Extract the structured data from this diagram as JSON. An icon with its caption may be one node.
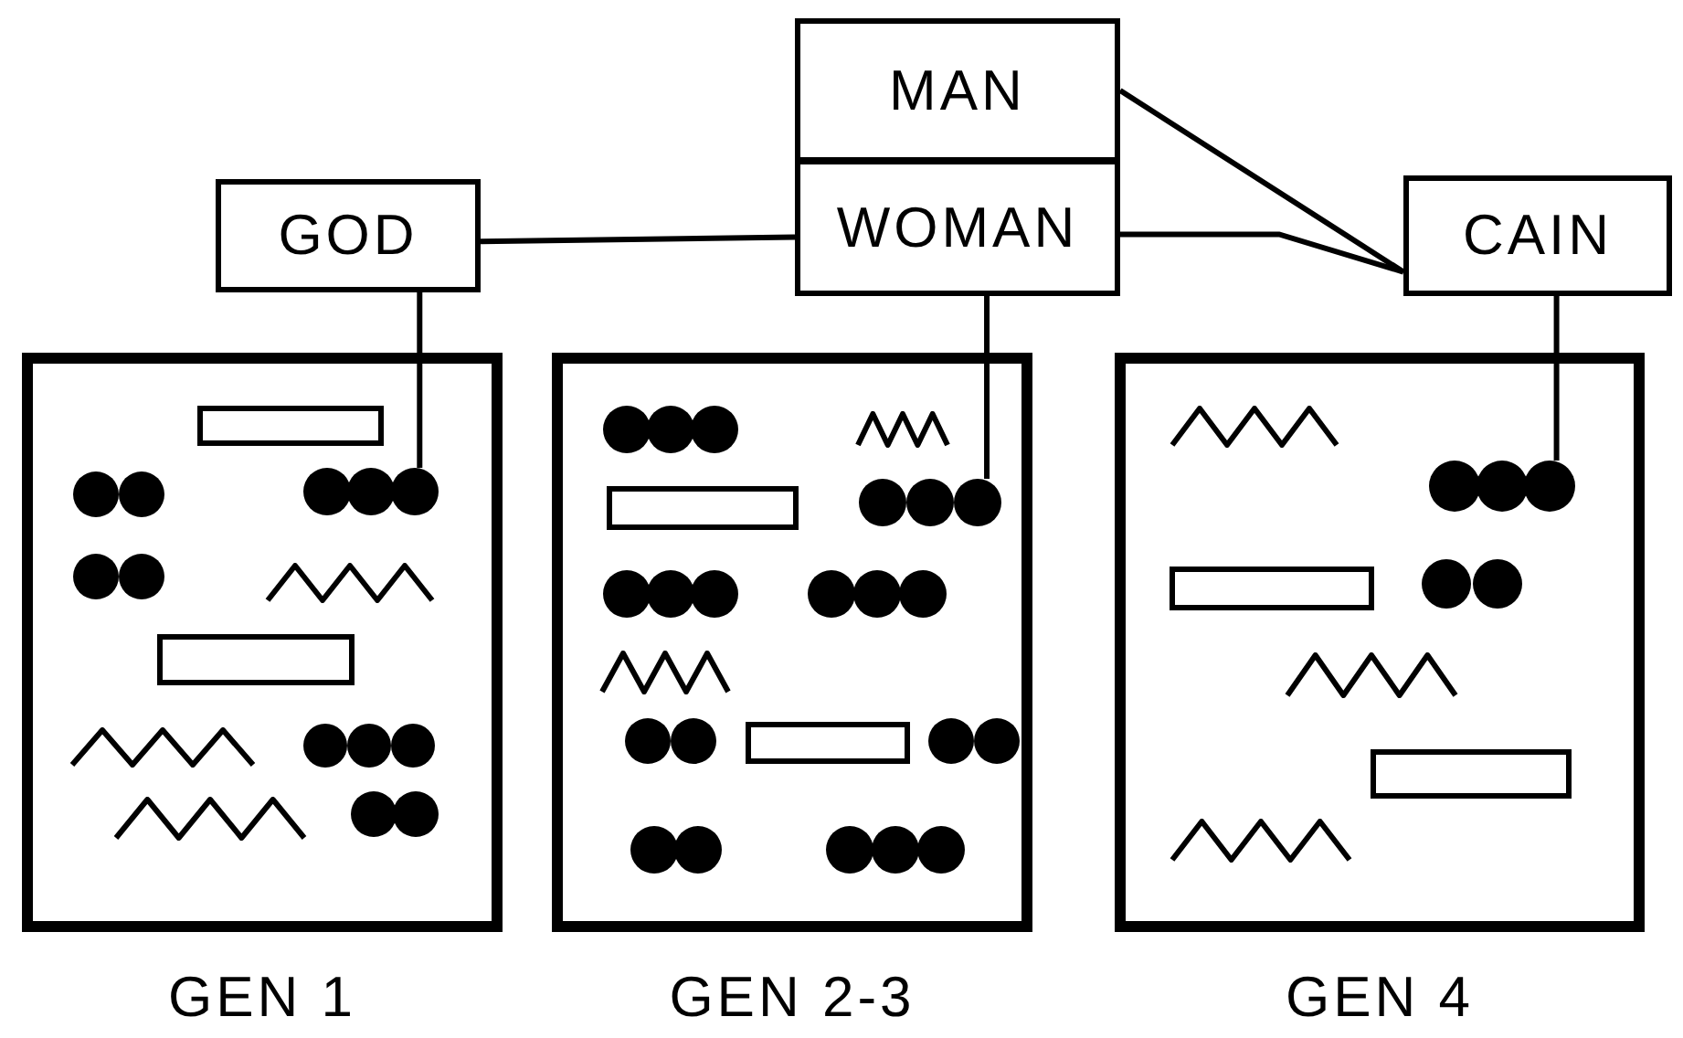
{
  "diagram": {
    "nodes": [
      {
        "text": [
          "MAN"
        ]
      },
      {
        "text": [
          "GOD"
        ]
      },
      {
        "text": [
          "WOMAN"
        ]
      },
      {
        "text": [
          "CAIN"
        ]
      },
      {
        "text": [
          "GEN 1"
        ]
      },
      {
        "text": [],
        "shape": "box",
        "in": 4
      },
      {
        "text": [],
        "shape": "dots",
        "in": 4
      },
      {
        "text": [],
        "shape": "dots",
        "in": 4
      },
      {
        "text": [],
        "shape": "dots",
        "in": 4
      },
      {
        "text": [],
        "shape": "zigzag",
        "in": 4
      },
      {
        "text": [],
        "shape": "box",
        "in": 4
      },
      {
        "text": [],
        "shape": "zigzag",
        "in": 4
      },
      {
        "text": [],
        "shape": "dots",
        "in": 4
      },
      {
        "text": [],
        "shape": "zigzag",
        "in": 4
      },
      {
        "text": [],
        "shape": "dots",
        "in": 4
      },
      {
        "text": [
          "GEN 2-3"
        ]
      },
      {
        "text": [],
        "shape": "dots",
        "in": 15
      },
      {
        "text": [],
        "shape": "zigzag",
        "in": 15
      },
      {
        "text": [],
        "shape": "box",
        "in": 15
      },
      {
        "text": [],
        "shape": "dots",
        "in": 15
      },
      {
        "text": [],
        "shape": "dots",
        "in": 15
      },
      {
        "text": [],
        "shape": "dots",
        "in": 15
      },
      {
        "text": [],
        "shape": "zigzag",
        "in": 15
      },
      {
        "text": [],
        "shape": "dots",
        "in": 15
      },
      {
        "text": [],
        "shape": "box",
        "in": 15
      },
      {
        "text": [],
        "shape": "dots",
        "in": 15
      },
      {
        "text": [],
        "shape": "dots",
        "in": 15
      },
      {
        "text": [],
        "shape": "dots",
        "in": 15
      },
      {
        "text": [
          "GEN 4"
        ]
      },
      {
        "text": [],
        "shape": "zigzag",
        "in": 28
      },
      {
        "text": [],
        "shape": "dots",
        "in": 28
      },
      {
        "text": [],
        "shape": "box",
        "in": 28
      },
      {
        "text": [],
        "shape": "dots",
        "in": 28
      },
      {
        "text": [],
        "shape": "zigzag",
        "in": 28
      },
      {
        "text": [],
        "shape": "box",
        "in": 28
      },
      {
        "text": [],
        "shape": "zigzag",
        "in": 28
      }
    ],
    "edges": [
      {
        "from": 1,
        "to": 2,
        "arrow": "none"
      },
      {
        "from": 0,
        "to": 3,
        "arrow": "none"
      },
      {
        "from": 2,
        "to": 3,
        "arrow": "none"
      },
      {
        "from": 1,
        "to": 8,
        "arrow": "none"
      },
      {
        "from": 2,
        "to": 19,
        "arrow": "none"
      },
      {
        "from": 3,
        "to": 30,
        "arrow": "none"
      }
    ]
  }
}
